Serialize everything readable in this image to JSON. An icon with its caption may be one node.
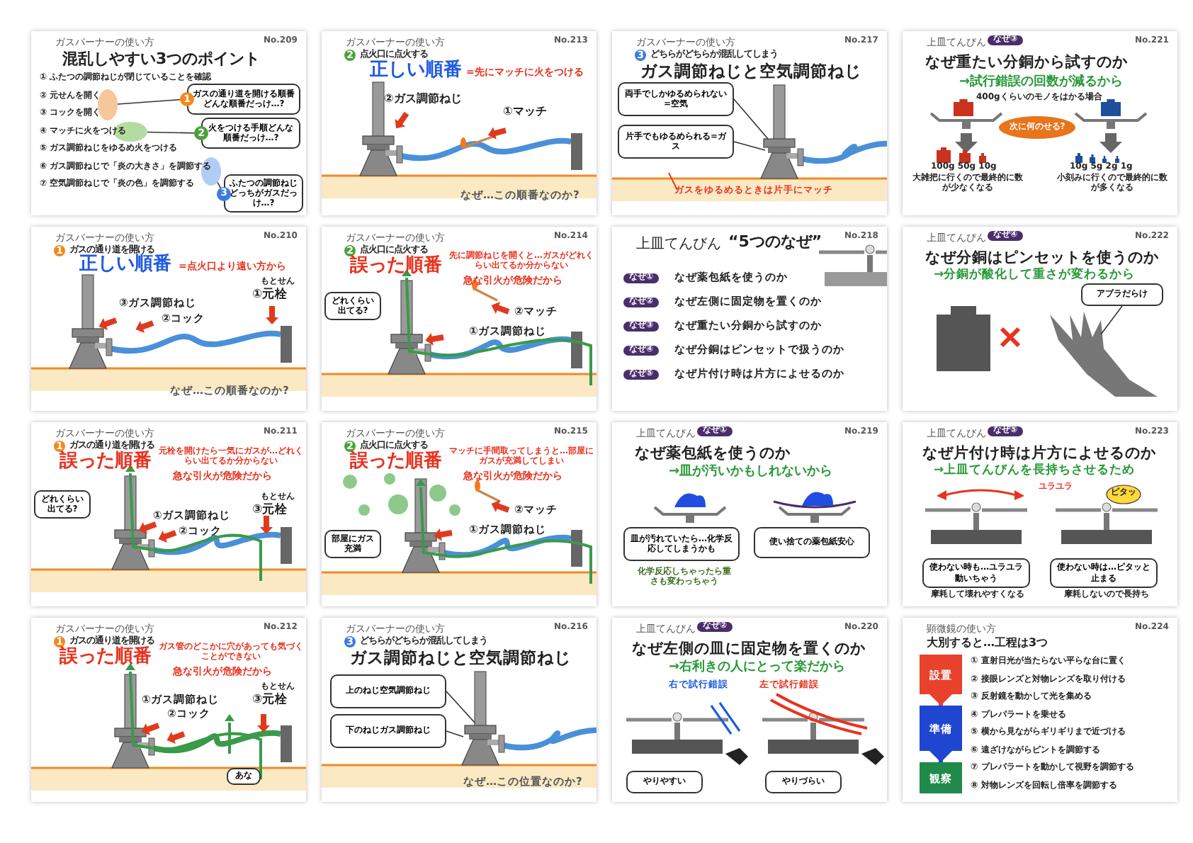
{
  "diagram": {
    "nodes": [
      {
        "text": [
          "ガスバーナーの使い方",
          "No.209",
          "混乱しやすい3つのポイント",
          "① ふたつの調節ねじが閉じていることを確認",
          "② 元せんを開く",
          "③ コックを開く",
          "④ マッチに火をつける",
          "⑤ ガス調節ねじをゆるめ火をつける",
          "⑥ ガス調節ねじで「炎の大きさ」を調節する",
          "⑦ 空気調節ねじで「炎の色」を調節する"
        ]
      },
      {
        "text": [
          "1",
          "ガスの通り道を開ける順番どんな順番だっけ…?"
        ],
        "in": 0
      },
      {
        "text": [
          "2",
          "火をつける手順どんな順番だっけ…?"
        ],
        "in": 0
      },
      {
        "text": [
          "3",
          "ふたつの調節ねじどっちがガスだっけ…?"
        ],
        "in": 0
      },
      {
        "text": [
          "ガスバーナーの使い方",
          "No.213",
          "2",
          "点火口に点火する",
          "正しい順番",
          "=先にマッチに火をつける",
          "②ガス調節ねじ",
          "①マッチ",
          "なぜ…この順番なのか?"
        ]
      },
      {
        "text": [
          "ガスバーナーの使い方",
          "No.217",
          "3",
          "どちらがどちらか混乱してしまう",
          "ガス調節ねじと空気調節ねじ",
          "ガスをゆるめるときは片手にマッチ"
        ]
      },
      {
        "text": [
          "両手でしかゆるめられない=空気"
        ],
        "in": 5
      },
      {
        "text": [
          "片手でもゆるめられる=ガス"
        ],
        "in": 5
      },
      {
        "text": [
          "上皿てんびん",
          "なぜ③",
          "No.221",
          "なぜ重たい分銅から試すのか",
          "→試行錯誤の回数が減るから",
          "400gくらいのモノをはかる場合",
          "100g 50g 10g",
          "大雑把に行くので最終的に数が少なくなる",
          "10g 5g 2g 1g",
          "小刻みに行くので最終的に数が多くなる"
        ]
      },
      {
        "text": [
          "次に何のせる?"
        ],
        "in": 8
      },
      {
        "text": [
          "ガスバーナーの使い方",
          "No.210",
          "1",
          "ガスの通り道を開ける",
          "正しい順番",
          "=点火口より遠い方から",
          "③ガス調節ねじ",
          "②コック",
          "もとせん",
          "①元栓",
          "なぜ…この順番なのか?"
        ]
      },
      {
        "text": [
          "ガスバーナーの使い方",
          "No.214",
          "2",
          "点火口に点火する",
          "誤った順番",
          "先に調節ねじを開くと…ガスがどれくらい出てるか分からない",
          "急な引火が危険だから",
          "②マッチ",
          "①ガス調節ねじ"
        ]
      },
      {
        "text": [
          "どれくらい出てる?"
        ],
        "in": 11
      },
      {
        "text": [
          "上皿てんびん",
          "No.218",
          "“5つのなぜ”",
          "なぜ①",
          "なぜ薬包紙を使うのか",
          "なぜ②",
          "なぜ左側に固定物を置くのか",
          "なぜ③",
          "なぜ重たい分銅から試すのか",
          "なぜ④",
          "なぜ分銅はピンセットで扱うのか",
          "なぜ⑤",
          "なぜ片付け時は片方によせるのか"
        ]
      },
      {
        "text": [
          "上皿てんびん",
          "なぜ④",
          "No.222",
          "なぜ分銅はピンセットを使うのか",
          "→分銅が酸化して重さが変わるから"
        ]
      },
      {
        "text": [
          "アブラだらけ"
        ],
        "in": 14
      },
      {
        "text": [
          "ガスバーナーの使い方",
          "No.211",
          "1",
          "ガスの通り道を開ける",
          "誤った順番",
          "元栓を開けたら一気にガスが…どれくらい出てるか分からない",
          "急な引火が危険だから",
          "①ガス調節ねじ",
          "②コック",
          "もとせん",
          "③元栓"
        ]
      },
      {
        "text": [
          "どれくらい出てる?"
        ],
        "in": 16
      },
      {
        "text": [
          "ガスバーナーの使い方",
          "No.215",
          "2",
          "点火口に点火する",
          "誤った順番",
          "マッチに手間取ってしまうと…部屋にガスが充満してしまい",
          "急な引火が危険だから",
          "②マッチ",
          "①ガス調節ねじ"
        ]
      },
      {
        "text": [
          "部屋にガス充満"
        ],
        "in": 18
      },
      {
        "text": [
          "上皿てんびん",
          "なぜ①",
          "No.219",
          "なぜ薬包紙を使うのか",
          "→皿が汚いかもしれないから",
          "化学反応しちゃったら重さも変わっちゃう"
        ]
      },
      {
        "text": [
          "皿が汚れていたら…化学反応してしまうかも"
        ],
        "in": 20
      },
      {
        "text": [
          "使い捨ての薬包紙安心"
        ],
        "in": 20
      },
      {
        "text": [
          "上皿てんびん",
          "なぜ⑤",
          "No.223",
          "なぜ片付け時は片方によせるのか",
          "→上皿てんびんを長持ちさせるため",
          "ユラユラ",
          "ピタッ",
          "摩耗して壊れやすくなる",
          "摩耗しないので長持ち"
        ]
      },
      {
        "text": [
          "使わない時も…ユラユラ動いちゃう"
        ],
        "in": 23
      },
      {
        "text": [
          "使わない時は…ピタッと止まる"
        ],
        "in": 23
      },
      {
        "text": [
          "ガスバーナーの使い方",
          "No.212",
          "1",
          "ガスの通り道を開ける",
          "誤った順番",
          "ガス管のどこかに穴があっても気づくことができない",
          "急な引火が危険だから",
          "①ガス調節ねじ",
          "②コック",
          "もとせん",
          "③元栓"
        ]
      },
      {
        "text": [
          "あな"
        ],
        "in": 26
      },
      {
        "text": [
          "ガスバーナーの使い方",
          "No.216",
          "3",
          "どちらがどちらか混乱してしまう",
          "ガス調節ねじと空気調節ねじ",
          "なぜ…この位置なのか?"
        ]
      },
      {
        "text": [
          "上のねじ空気調節ねじ"
        ],
        "in": 28
      },
      {
        "text": [
          "下のねじガス調節ねじ"
        ],
        "in": 28
      },
      {
        "text": [
          "上皿てんびん",
          "なぜ②",
          "No.220",
          "なぜ左側の皿に固定物を置くのか",
          "→右利きの人にとって楽だから",
          "右で試行錯誤",
          "左で試行錯誤"
        ]
      },
      {
        "text": [
          "やりやすい"
        ],
        "in": 31
      },
      {
        "text": [
          "やりづらい"
        ],
        "in": 31
      },
      {
        "text": [
          "顕微鏡の使い方",
          "No.224",
          "大別すると…工程は3つ",
          "① 直射日光が当たらない平らな台に置く",
          "② 接眼レンズと対物レンズを取り付ける",
          "③ 反射鏡を動かして光を集める",
          "④ プレパラートを乗せる",
          "⑤ 横から見ながらギリギリまで近づける",
          "⑥ 遠ざけながらピントを調節する",
          "⑦ プレパラートを動かして視野を調節する",
          "⑧ 対物レンズを回転し倍率を調節する"
        ]
      },
      {
        "text": [
          "設置"
        ],
        "in": 34
      },
      {
        "text": [
          "準備"
        ],
        "in": 34
      },
      {
        "text": [
          "観察"
        ],
        "in": 34
      },
      {
        "text": [],
        "shape": "circle",
        "in": 0
      },
      {
        "text": [],
        "shape": "circle",
        "in": 0
      },
      {
        "text": [],
        "shape": "circle",
        "in": 0
      }
    ],
    "edges": [
      {
        "from": 1,
        "to": 38,
        "arrow": "none"
      },
      {
        "from": 2,
        "to": 39,
        "arrow": "none"
      },
      {
        "from": 3,
        "to": 40,
        "arrow": "none"
      },
      {
        "from": 6,
        "to": null,
        "arrow": "none"
      },
      {
        "from": 7,
        "to": null,
        "arrow": "none"
      },
      {
        "from": 15,
        "to": null,
        "arrow": "none"
      },
      {
        "from": 29,
        "to": null,
        "arrow": "none"
      },
      {
        "from": 30,
        "to": null,
        "arrow": "none"
      },
      {
        "from": 35,
        "to": 36,
        "arrow": "to",
        "style": "thick",
        "color": "#e8412c"
      },
      {
        "from": 36,
        "to": 37,
        "arrow": "to",
        "style": "thick",
        "color": "#1f46d0"
      }
    ]
  }
}
